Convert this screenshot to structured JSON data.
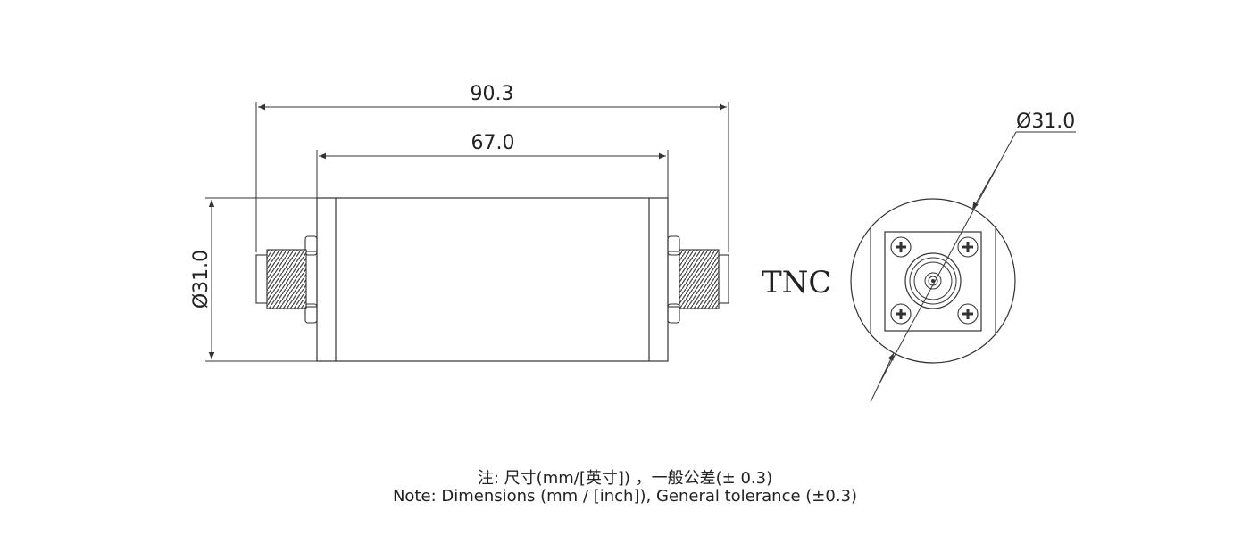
{
  "dimensions": {
    "overall_length": "90.3",
    "body_length": "67.0",
    "side_diameter": "Ø31.0",
    "end_diameter": "Ø31.0"
  },
  "connector_type": "TNC",
  "notes": {
    "zh": "注: 尺寸(mm/[英寸])  ，一般公差(± 0.3)",
    "en": "Note: Dimensions (mm / [inch]), General tolerance (±0.3)"
  }
}
